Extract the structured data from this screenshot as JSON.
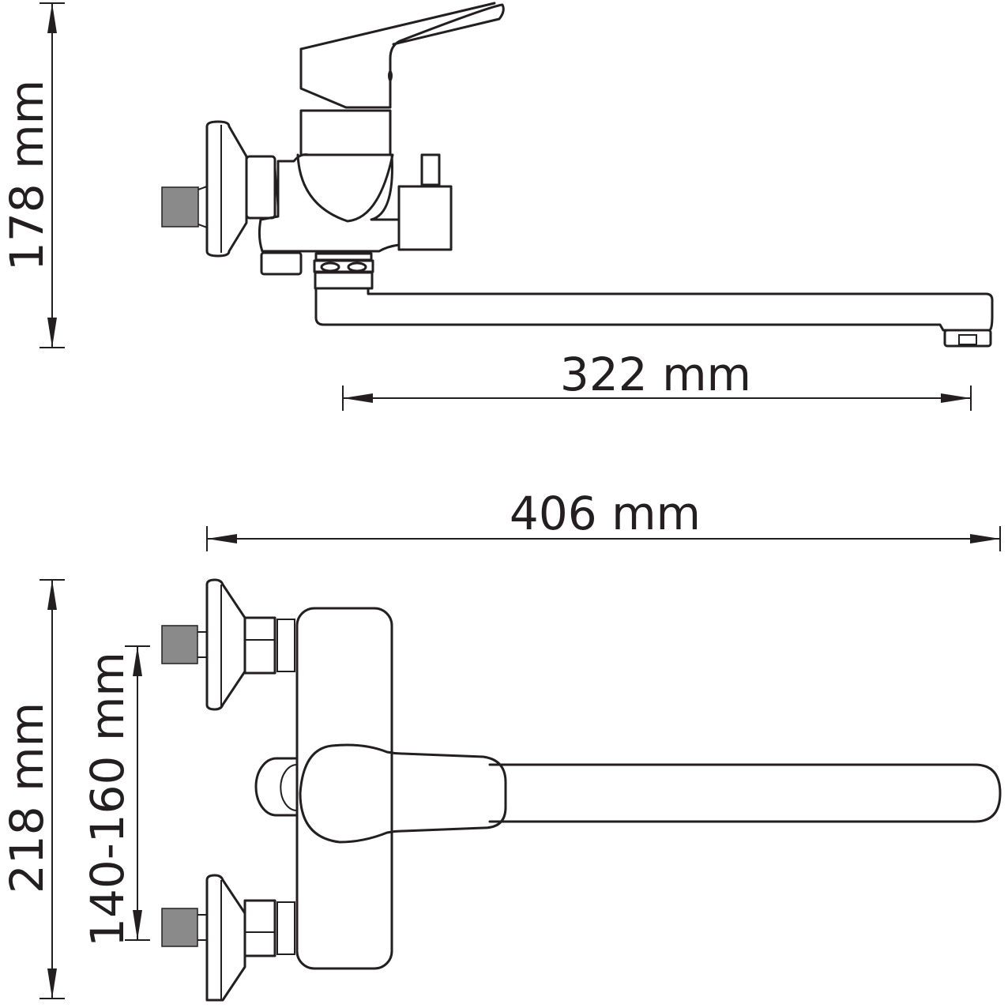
{
  "diagram": {
    "subject": "wall-mounted bath/shower mixer faucet dimension drawing",
    "views": [
      "side-view",
      "front-view"
    ],
    "line_color": "#231f20",
    "background": "#ffffff"
  },
  "dimensions": {
    "side_height": "178 mm",
    "spout_reach": "322 mm",
    "total_width": "406 mm",
    "front_height": "218 mm",
    "inlet_spacing": "140-160 mm"
  }
}
